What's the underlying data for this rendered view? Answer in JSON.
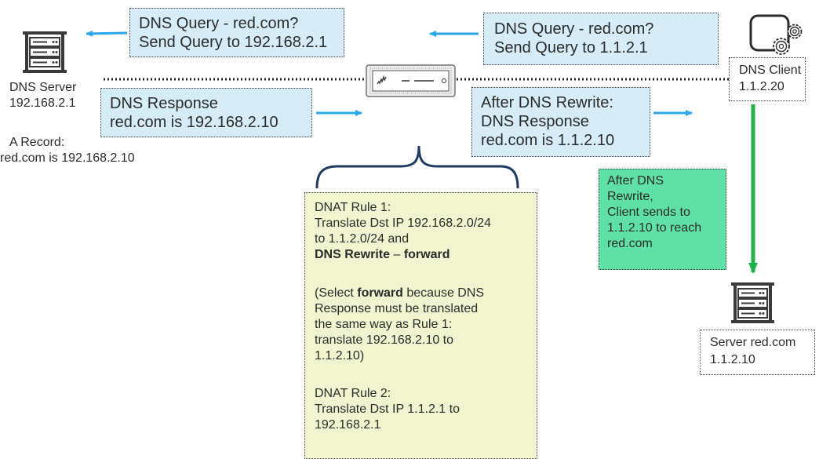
{
  "query_left": {
    "line1": "DNS Query - red.com?",
    "line2": "Send Query to 192.168.2.1"
  },
  "query_right": {
    "line1": "DNS Query - red.com?",
    "line2": "Send Query to 1.1.2.1"
  },
  "response_left": {
    "line1": "DNS Response",
    "line2": "red.com is 192.168.2.10"
  },
  "response_right": {
    "line1": "After DNS Rewrite:",
    "line2": "DNS Response",
    "line3": "red.com is 1.1.2.10"
  },
  "dns_server": {
    "line1": "DNS Server",
    "line2": "192.168.2.1",
    "record_line1": "A Record:",
    "record_line2": "red.com is 192.168.2.10",
    "icon": "server-rack-icon"
  },
  "dns_client": {
    "line1": "DNS Client",
    "line2": "1.1.2.20",
    "icon": "client-gears-icon"
  },
  "server_red": {
    "line1": "Server red.com",
    "line2": "1.1.2.10",
    "icon": "server-rack-icon"
  },
  "firewall": {
    "icon": "firewall-appliance-icon"
  },
  "client_note": {
    "line1": "After DNS",
    "line2": "Rewrite,",
    "line3": "Client sends to",
    "line4": "1.1.2.10 to reach",
    "line5": "red.com"
  },
  "rules": {
    "r1_title": "DNAT Rule 1:",
    "r1_line1": "Translate Dst IP 192.168.2.0/24",
    "r1_line2": "to 1.1.2.0/24 and",
    "r1_bold_a": "DNS Rewrite",
    "r1_dash": " – ",
    "r1_bold_b": "forward",
    "p_open": "(Select ",
    "p_bold": "forward",
    "p_rest1": " because DNS",
    "p_line2": "Response must be translated",
    "p_line3": "the same way as Rule 1:",
    "p_line4": "translate 192.168.2.10 to",
    "p_line5": "1.1.2.10)",
    "r2_title": "DNAT Rule 2:",
    "r2_line1": "Translate Dst IP 1.1.2.1 to",
    "r2_line2": "192.168.2.1"
  },
  "colors": {
    "arrow_blue": "#2aa6e8",
    "arrow_green": "#23b04a",
    "box_blue": "#d6ecf8",
    "box_yellow": "#f1f5cf",
    "box_green": "#5fe0a6"
  }
}
